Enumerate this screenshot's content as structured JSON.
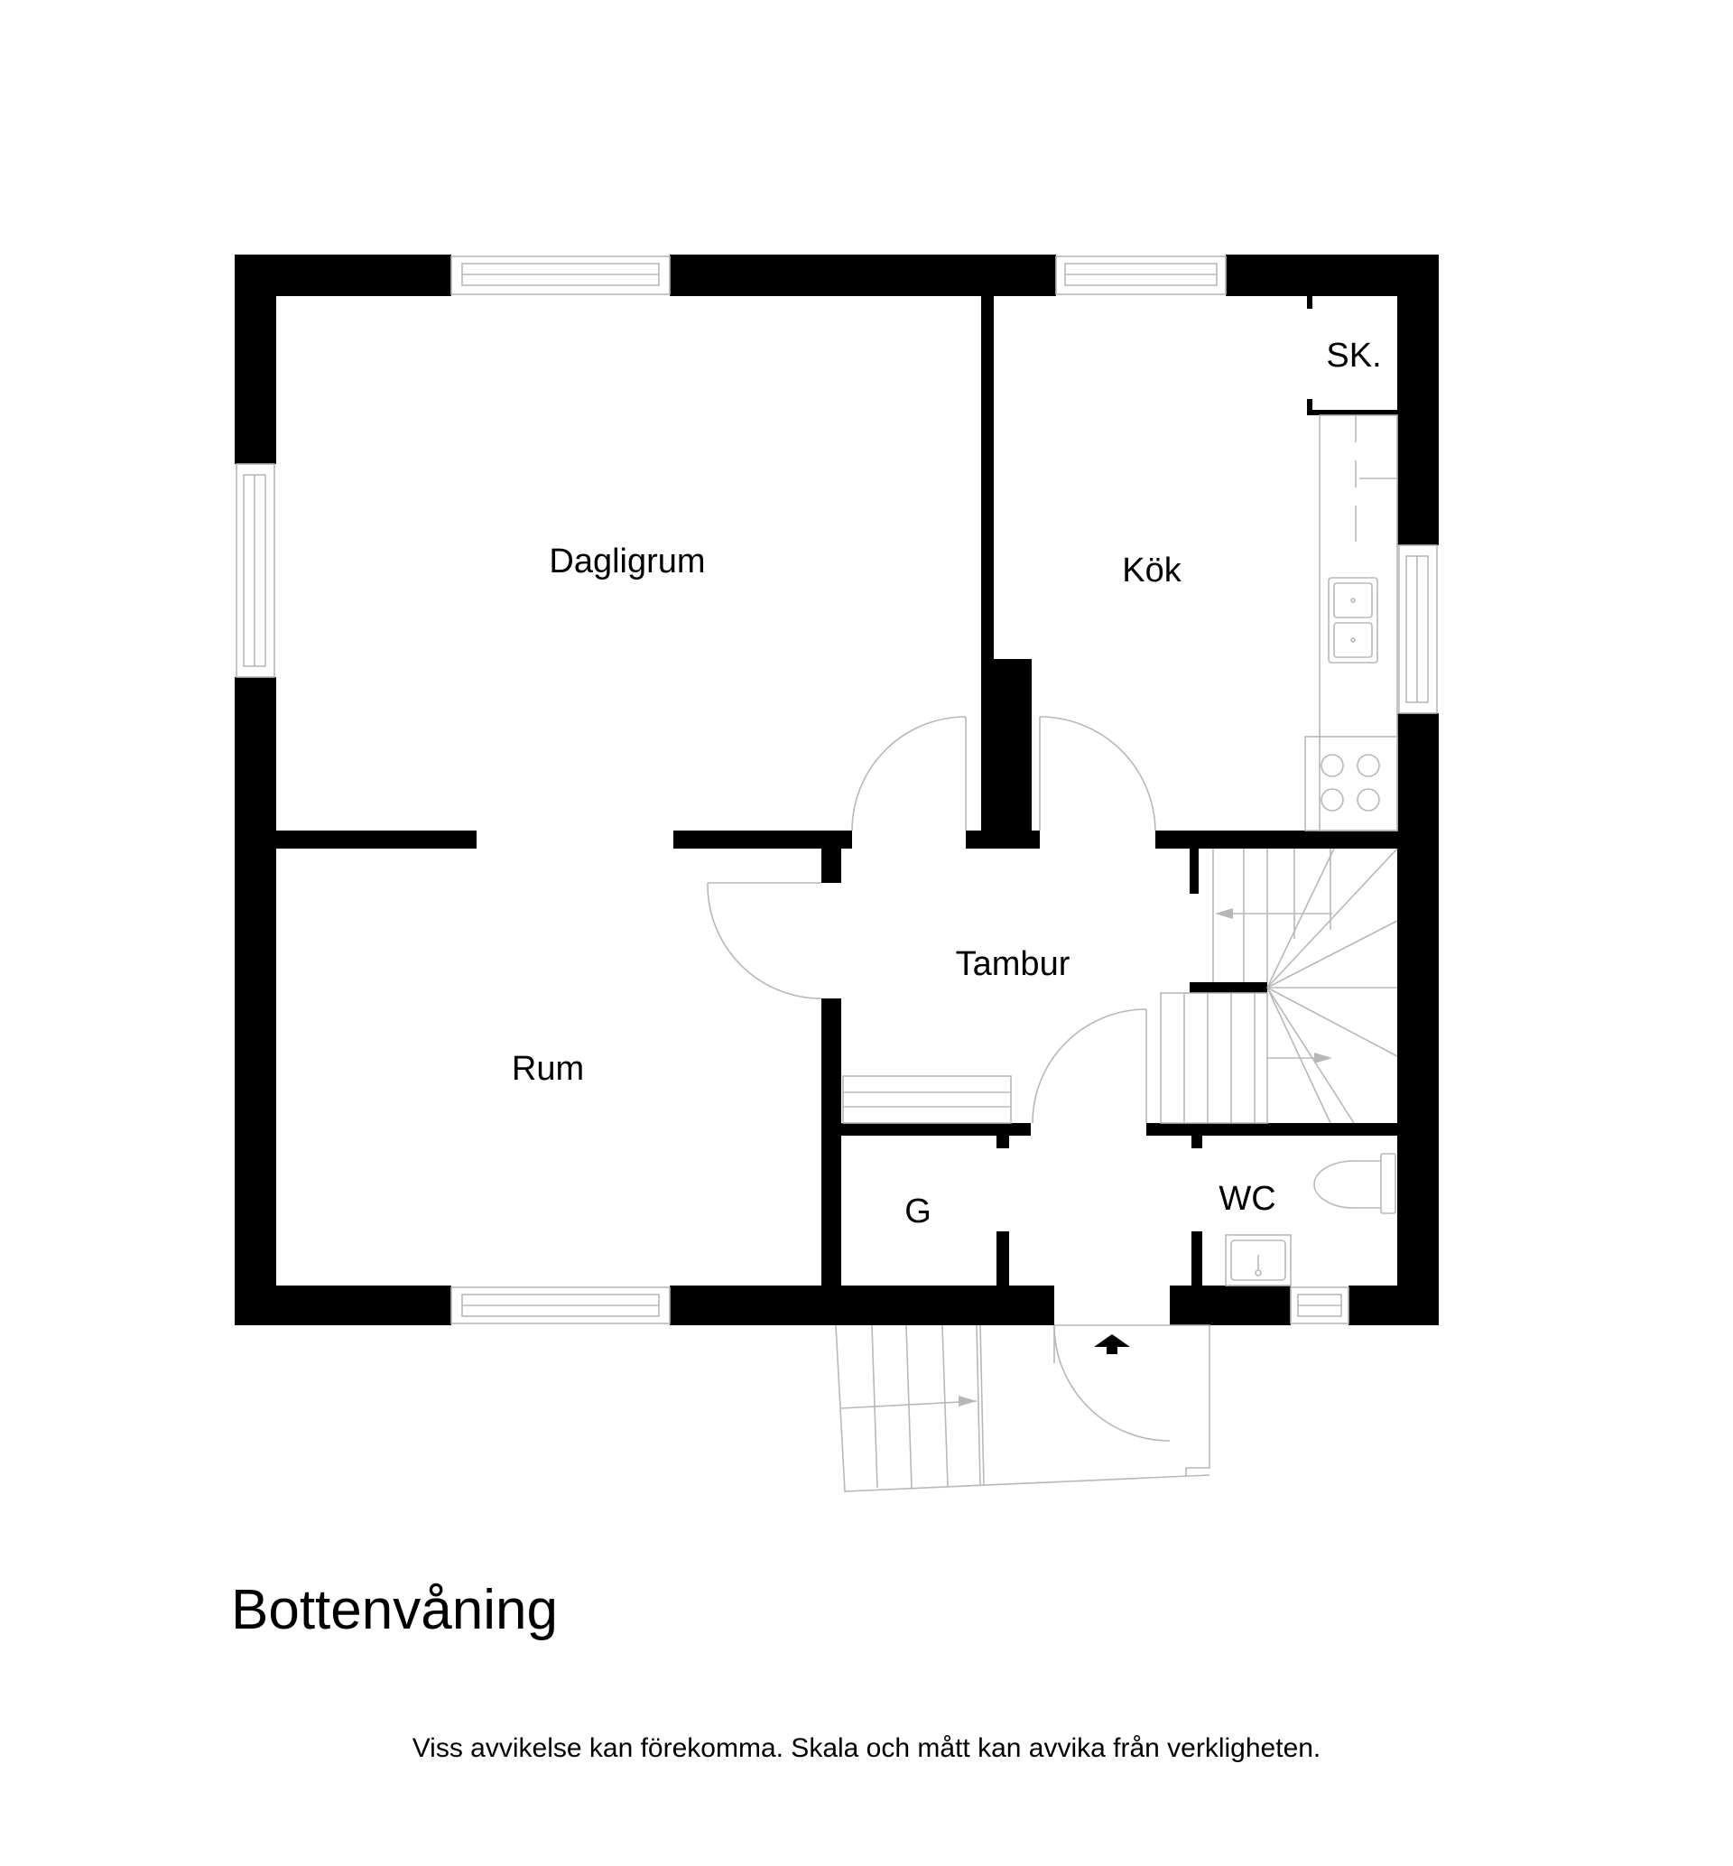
{
  "rooms": {
    "dagligrum": "Dagligrum",
    "kok": "Kök",
    "sk": "SK.",
    "tambur": "Tambur",
    "rum": "Rum",
    "g": "G",
    "wc": "WC"
  },
  "floor_title": "Bottenvåning",
  "disclaimer": "Viss avvikelse kan förekomma. Skala och mått kan avvika från verkligheten.",
  "colors": {
    "wall": "#000000",
    "fixture_line": "#b8b8b8",
    "background": "#ffffff"
  }
}
